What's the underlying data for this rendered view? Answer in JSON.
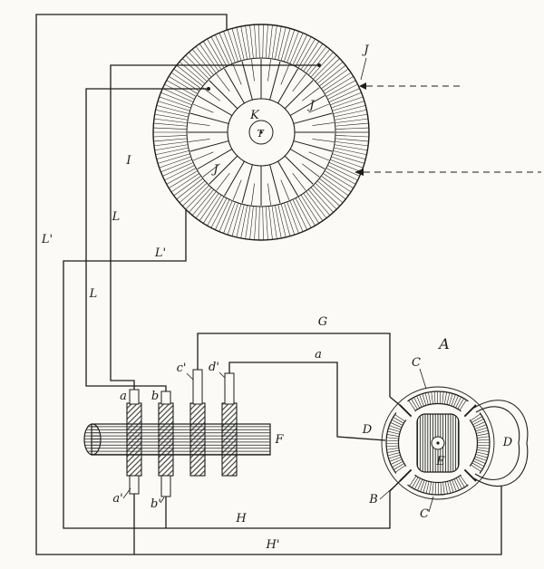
{
  "figure": {
    "kind": "patent-style electrical machine diagram",
    "colors": {
      "ink": "#1c1c1c",
      "paper": "#fbfaf6"
    }
  },
  "stator": {
    "label_i": "I",
    "label_j_upper": "J",
    "label_j_axis": "J",
    "label_j_lower": "J",
    "label_k": "K",
    "label_t": "T"
  },
  "leads": {
    "l_prime_far_left": "L'",
    "l_left": "L",
    "l_prime_mid": "L'",
    "l_mid": "L",
    "g": "G",
    "a": "a",
    "h": "H",
    "h_prime": "H'"
  },
  "commutator": {
    "brush_a": "a",
    "brush_b": "b",
    "brush_c_prime": "c'",
    "brush_d_prime": "d'",
    "brush_a_prime": "a'",
    "brush_b_prime": "b'",
    "shaft": "F"
  },
  "motor": {
    "label_a": "A",
    "field_top": "C",
    "field_bottom": "C",
    "brush_b": "B",
    "brush_d_left": "D",
    "brush_d_right": "D",
    "armature": "E"
  }
}
